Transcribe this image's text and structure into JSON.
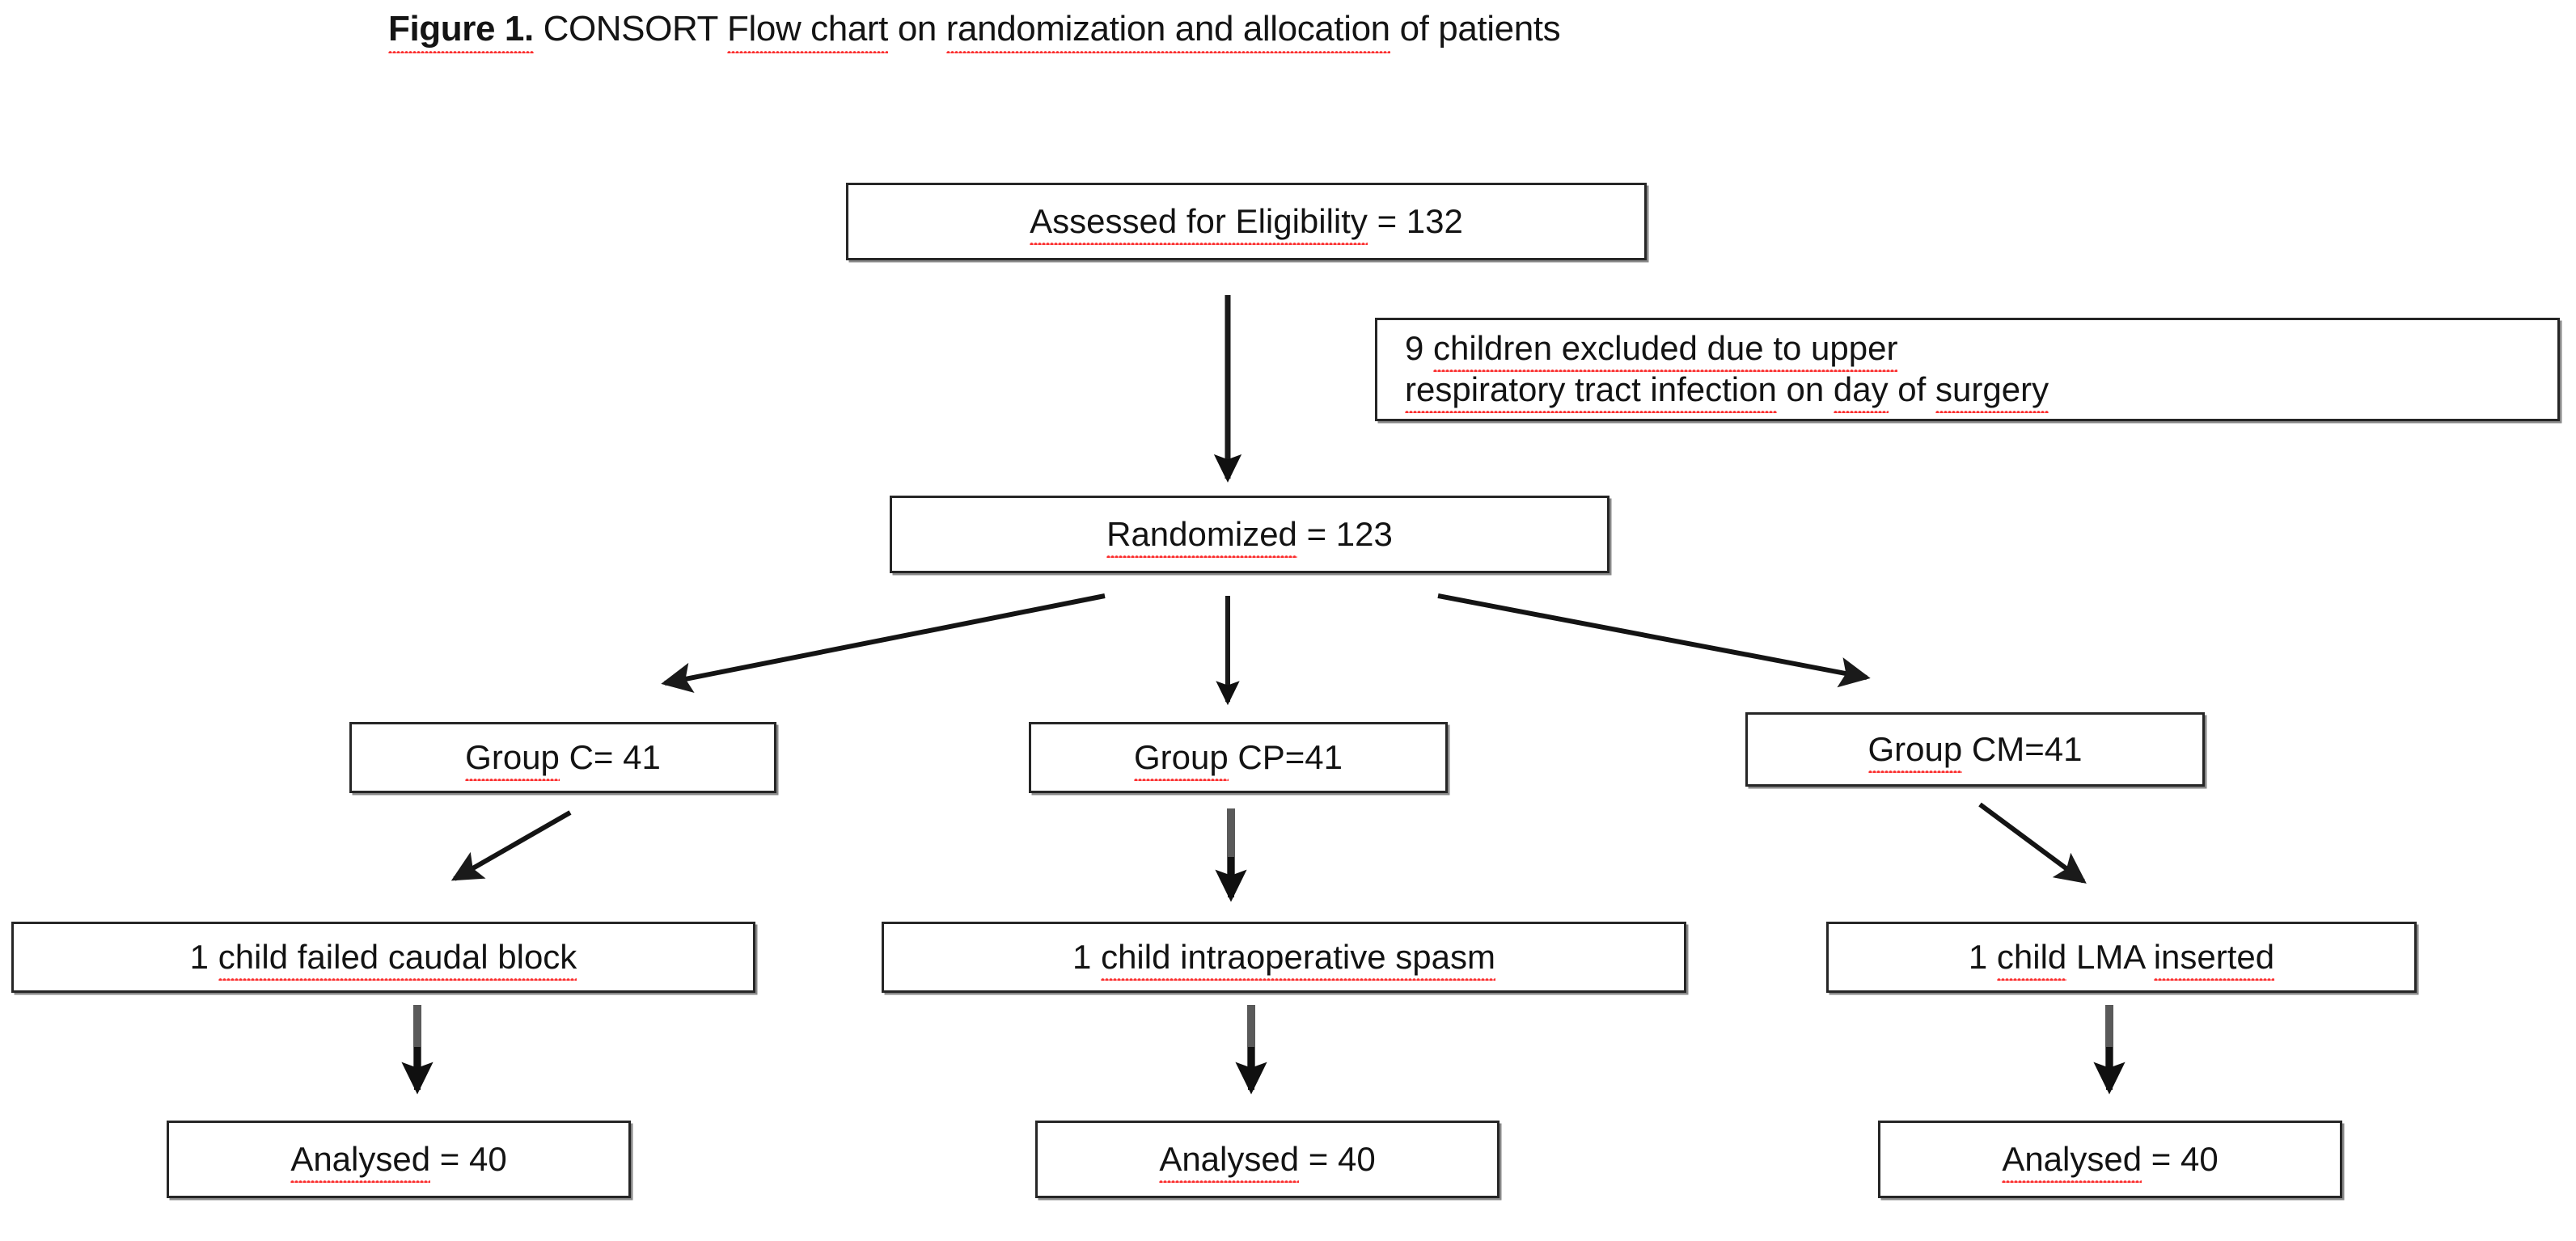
{
  "figure": {
    "label": "Figure 1.",
    "title_rest_a": " CONSORT ",
    "title_flow": "Flow chart",
    "title_on": " on ",
    "title_rand": "randomization and allocation",
    "title_end": " of patients",
    "full_title": "Figure 1. CONSORT Flow chart on randomization and allocation of patients"
  },
  "chart_data": {
    "type": "diagram",
    "title": "Figure 1. CONSORT Flow chart on randomization and allocation of patients",
    "nodes": [
      {
        "id": "eligibility",
        "label": "Assessed for Eligibility = 132",
        "value": 132
      },
      {
        "id": "excluded",
        "label": "9 children excluded due to upper respiratory tract infection on day of surgery",
        "value": 9
      },
      {
        "id": "randomized",
        "label": "Randomized = 123",
        "value": 123
      },
      {
        "id": "group_c",
        "label": "Group C= 41",
        "value": 41
      },
      {
        "id": "group_cp",
        "label": "Group CP=41",
        "value": 41
      },
      {
        "id": "group_cm",
        "label": "Group CM=41",
        "value": 41
      },
      {
        "id": "drop_c",
        "label": "1 child failed caudal block",
        "value": 1
      },
      {
        "id": "drop_cp",
        "label": "1 child intraoperative spasm",
        "value": 1
      },
      {
        "id": "drop_cm",
        "label": "1 child LMA inserted",
        "value": 1
      },
      {
        "id": "analysed_c",
        "label": "Analysed = 40",
        "value": 40
      },
      {
        "id": "analysed_cp",
        "label": "Analysed = 40",
        "value": 40
      },
      {
        "id": "analysed_cm",
        "label": "Analysed = 40",
        "value": 40
      }
    ],
    "edges": [
      {
        "from": "eligibility",
        "to": "randomized"
      },
      {
        "from": "randomized",
        "to": "group_c"
      },
      {
        "from": "randomized",
        "to": "group_cp"
      },
      {
        "from": "randomized",
        "to": "group_cm"
      },
      {
        "from": "group_c",
        "to": "drop_c"
      },
      {
        "from": "group_cp",
        "to": "drop_cp"
      },
      {
        "from": "group_cm",
        "to": "drop_cm"
      },
      {
        "from": "drop_c",
        "to": "analysed_c"
      },
      {
        "from": "drop_cp",
        "to": "analysed_cp"
      },
      {
        "from": "drop_cm",
        "to": "analysed_cm"
      }
    ]
  },
  "nodes": {
    "eligibility": {
      "pre": "Assessed for Eligibility",
      "post": " = 132"
    },
    "excluded": {
      "num": "9 ",
      "line1_sq": "children excluded due to upper",
      "line2_sq_a": "respiratory tract infection",
      "line2_mid": " on ",
      "line2_sq_b": "day",
      "line2_of": " of ",
      "line2_sq_c": "surgery"
    },
    "randomized": {
      "pre": "Randomized",
      "post": " = 123"
    },
    "group_c": {
      "pre": "Group",
      "post": " C= 41"
    },
    "group_cp": {
      "pre": "Group",
      "post": " CP=41"
    },
    "group_cm": {
      "pre": "Group",
      "post": " CM=41"
    },
    "drop_c": {
      "num": "1 ",
      "sq": "child failed caudal block"
    },
    "drop_cp": {
      "num": "1 ",
      "sq": "child intraoperative spasm"
    },
    "drop_cm": {
      "num": "1 ",
      "sq_a": "child",
      "mid": " LMA ",
      "sq_b": "inserted"
    },
    "analysed_c": {
      "pre": "Analysed",
      "post": " = 40"
    },
    "analysed_cp": {
      "pre": "Analysed",
      "post": " = 40"
    },
    "analysed_cm": {
      "pre": "Analysed",
      "post": " = 40"
    }
  },
  "colors": {
    "spellcheck_underline": "#fb2d2d",
    "box_border": "#262626",
    "arrow_dark": "#1a1a1a",
    "arrow_gray": "#595959",
    "text": "#131313",
    "background": "#ffffff"
  }
}
